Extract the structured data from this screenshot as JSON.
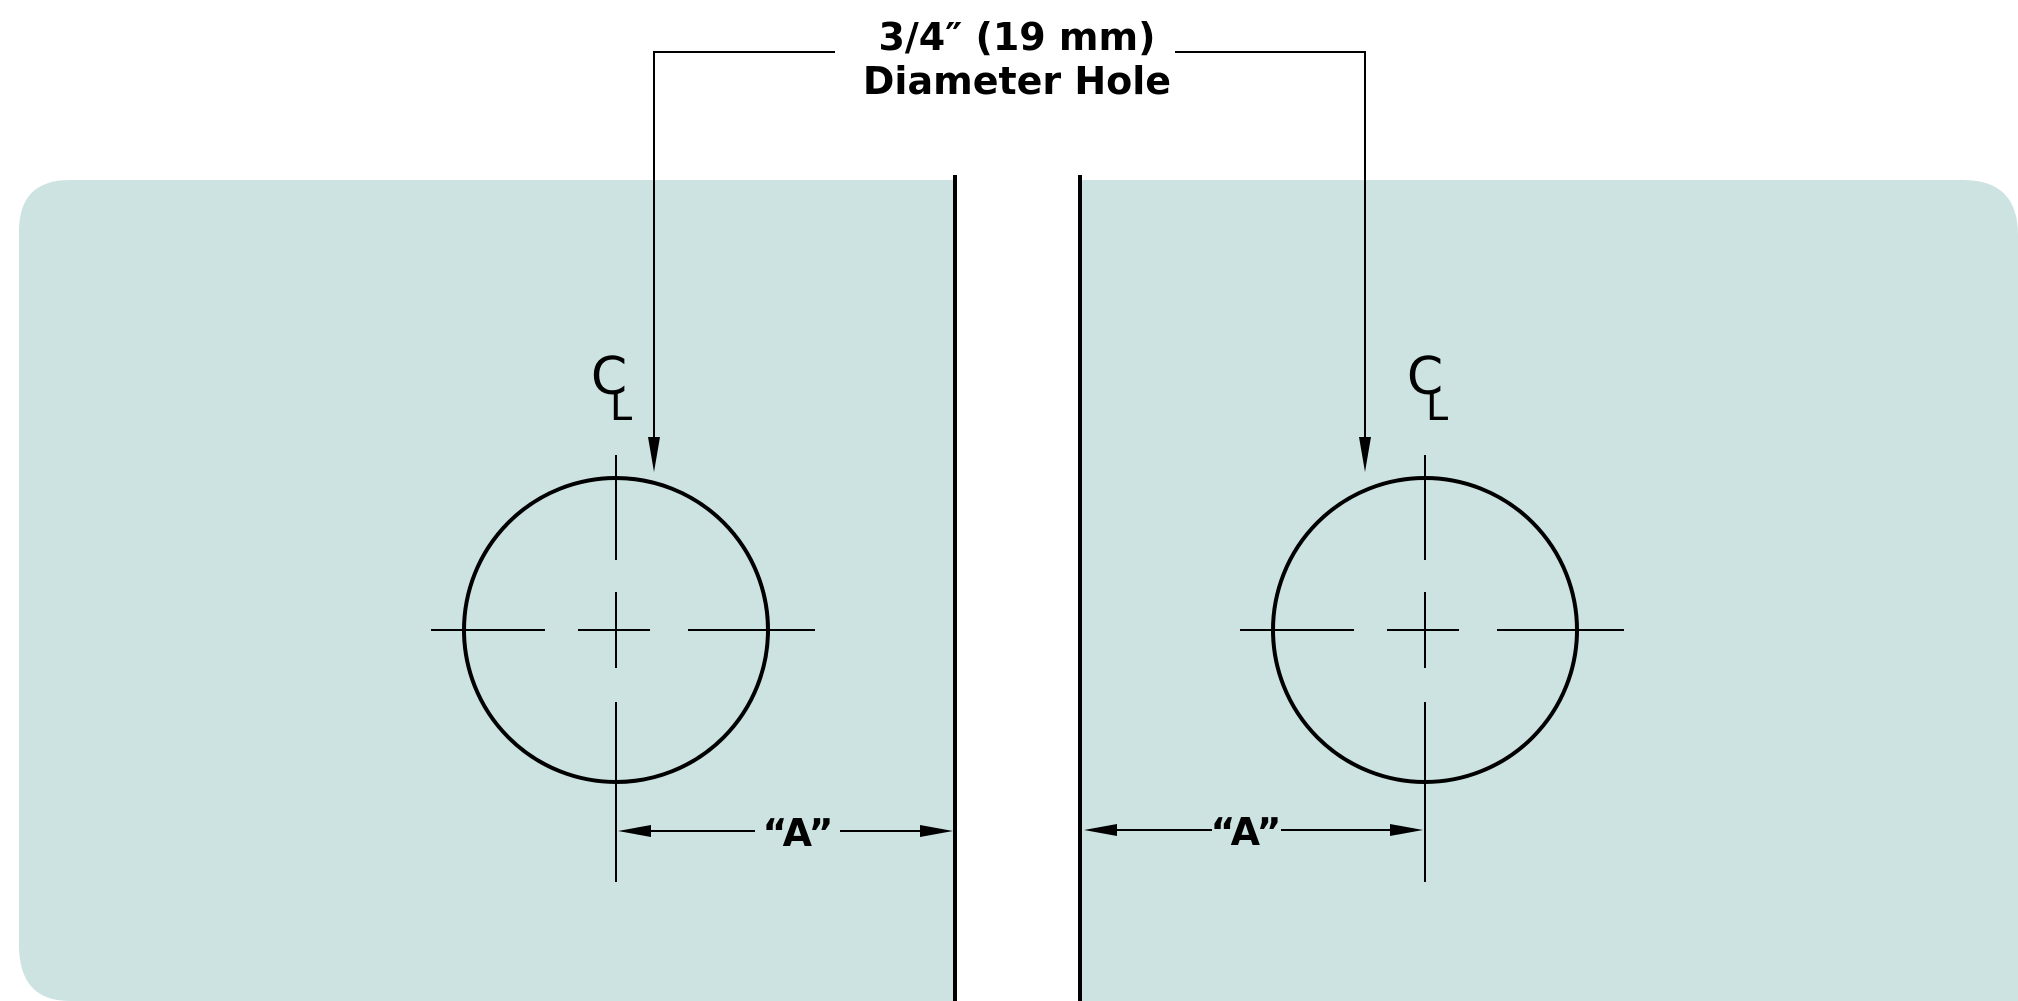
{
  "colors": {
    "glass": "#cce3e1",
    "line": "#000000",
    "background": "#ffffff"
  },
  "callout": {
    "line1": "3/4″ (19 mm)",
    "line2": "Diameter Hole"
  },
  "left_panel": {
    "centerline_top": "C",
    "centerline_bottom": "L",
    "dimension_label": "“A”"
  },
  "right_panel": {
    "centerline_top": "C",
    "centerline_bottom": "L",
    "dimension_label": "“A”"
  }
}
